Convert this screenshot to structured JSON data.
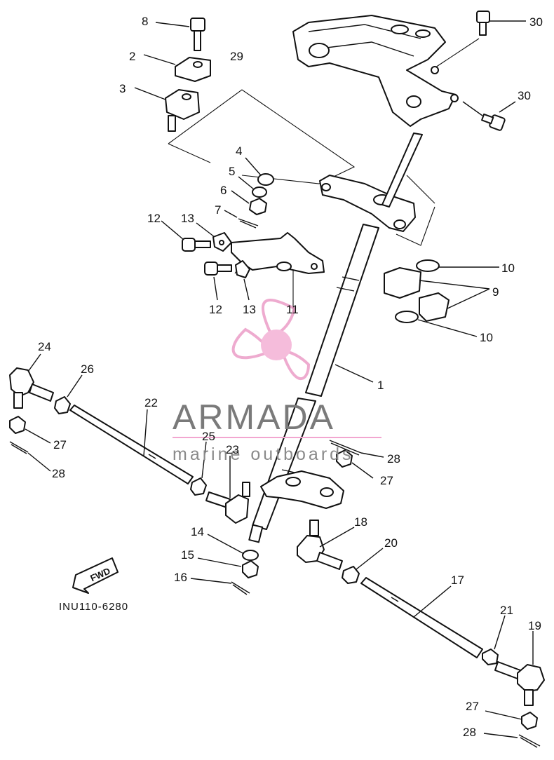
{
  "diagram": {
    "code": "INU110-6280",
    "fwd_label": "FWD",
    "watermark": {
      "brand": "ARMADA",
      "tagline": "marine outboards"
    },
    "callouts": {
      "c1": "1",
      "c2": "2",
      "c3": "3",
      "c4": "4",
      "c5": "5",
      "c6": "6",
      "c7": "7",
      "c8": "8",
      "c9": "9",
      "c10a": "10",
      "c10b": "10",
      "c11": "11",
      "c12a": "12",
      "c12b": "12",
      "c13a": "13",
      "c13b": "13",
      "c14": "14",
      "c15": "15",
      "c16": "16",
      "c17": "17",
      "c18": "18",
      "c19": "19",
      "c20": "20",
      "c21": "21",
      "c22": "22",
      "c23": "23",
      "c24": "24",
      "c25": "25",
      "c26": "26",
      "c27a": "27",
      "c27b": "27",
      "c27c": "27",
      "c28a": "28",
      "c28b": "28",
      "c28c": "28",
      "c29": "29",
      "c30a": "30",
      "c30b": "30"
    }
  }
}
